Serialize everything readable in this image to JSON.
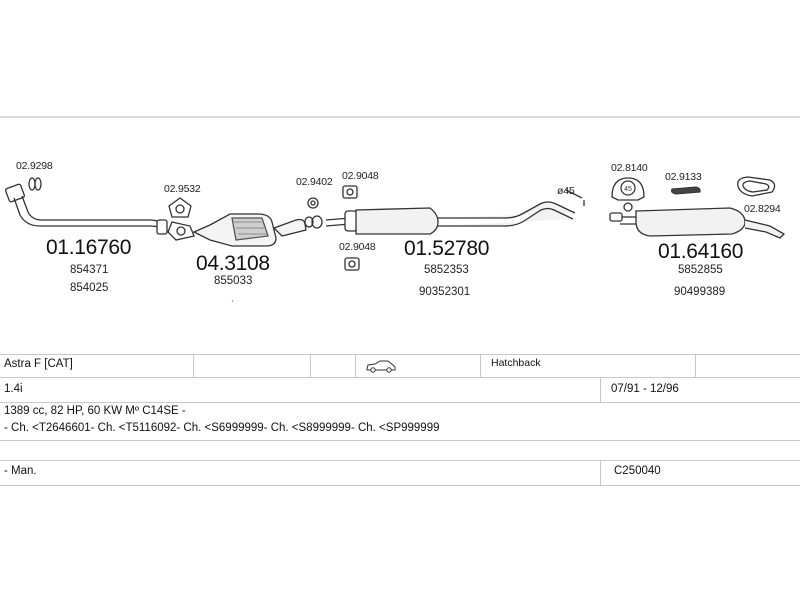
{
  "diagram": {
    "part_numbers": {
      "p1": "01.16760",
      "p1_ref1": "854371",
      "p1_ref2": "854025",
      "p2": "04.3108",
      "p2_ref1": "855033",
      "p3": "01.52780",
      "p3_ref1": "5852353",
      "p3_ref2": "90352301",
      "p4": "01.64160",
      "p4_ref1": "5852855",
      "p4_ref2": "90499389"
    },
    "accessories": {
      "a1": "02.9298",
      "a2": "02.9532",
      "a3": "02.9402",
      "a4": "02.9048",
      "a5": "02.9048",
      "a6": "02.8140",
      "a7": "02.9133",
      "a8": "02.8294"
    },
    "pipe_diameter": "ø45",
    "clamp_size": "45"
  },
  "info_table": {
    "model": "Astra F  [CAT]",
    "body_type": "Hatchback",
    "vehicle_icon": "car-side-icon",
    "engine": "1.4i",
    "years": "07/91 - 12/96",
    "spec": "1389 cc, 82 HP, 60 KW Mº C14SE -",
    "chassis": "- Ch. <T2646601- Ch. <T5116092- Ch. <S6999999- Ch. <S8999999- Ch. <SP999999",
    "transmission": "- Man.",
    "code": "C250040"
  }
}
